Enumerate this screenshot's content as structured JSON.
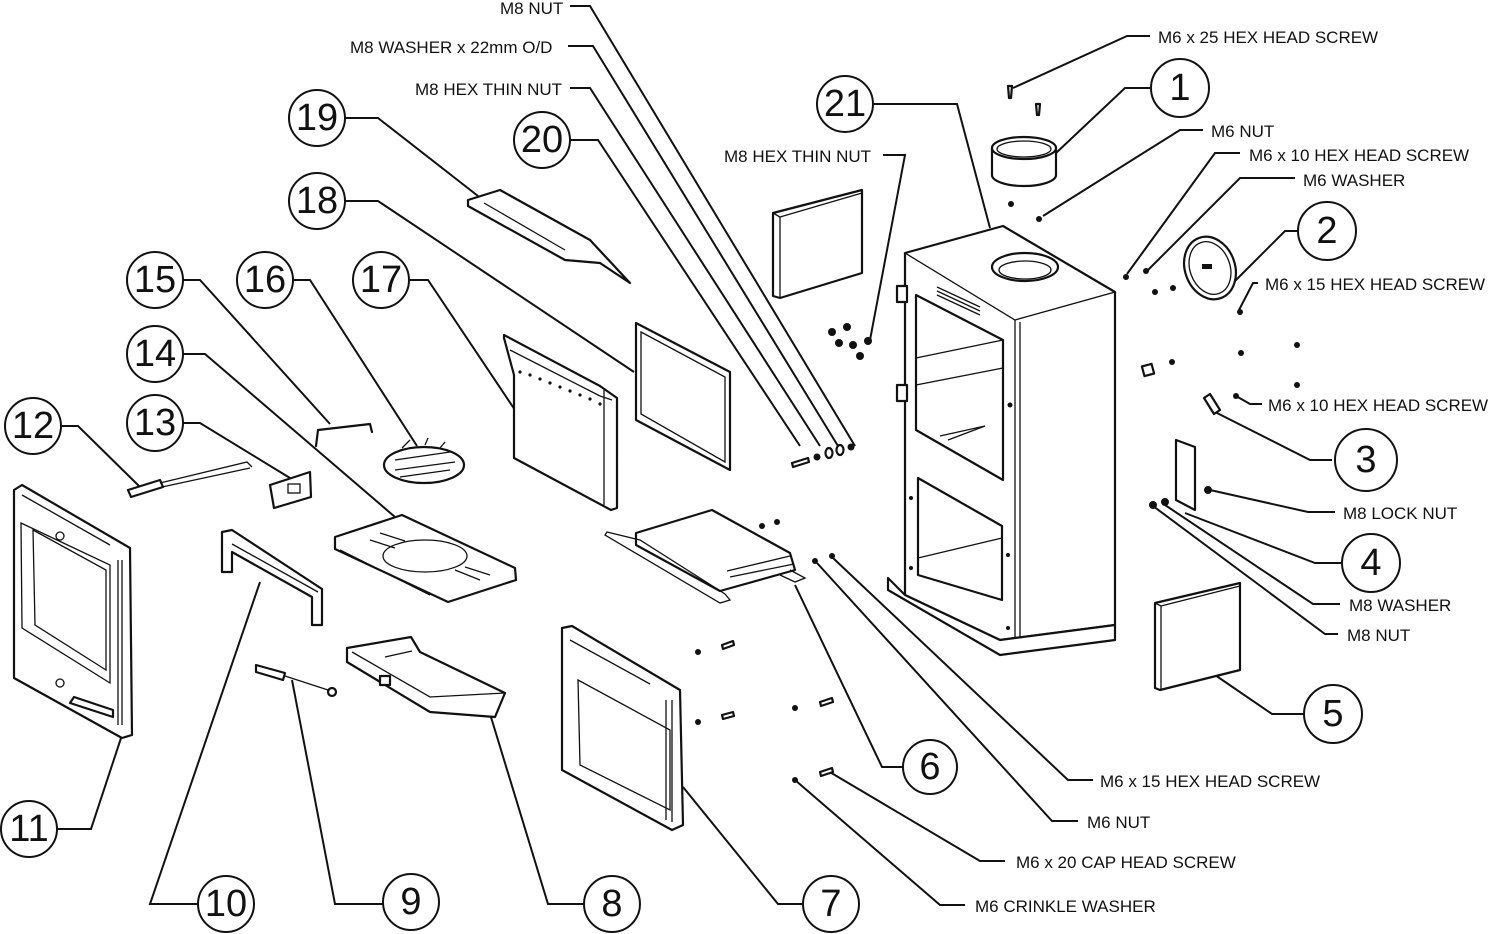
{
  "diagram": {
    "title": "Stove exploded parts diagram",
    "callouts": [
      {
        "id": "c1",
        "number": "1"
      },
      {
        "id": "c2",
        "number": "2"
      },
      {
        "id": "c3",
        "number": "3"
      },
      {
        "id": "c4",
        "number": "4"
      },
      {
        "id": "c5",
        "number": "5"
      },
      {
        "id": "c6",
        "number": "6"
      },
      {
        "id": "c7",
        "number": "7"
      },
      {
        "id": "c8",
        "number": "8"
      },
      {
        "id": "c9",
        "number": "9"
      },
      {
        "id": "c10",
        "number": "10"
      },
      {
        "id": "c11",
        "number": "11"
      },
      {
        "id": "c12",
        "number": "12"
      },
      {
        "id": "c13",
        "number": "13"
      },
      {
        "id": "c14",
        "number": "14"
      },
      {
        "id": "c15",
        "number": "15"
      },
      {
        "id": "c16",
        "number": "16"
      },
      {
        "id": "c17",
        "number": "17"
      },
      {
        "id": "c18",
        "number": "18"
      },
      {
        "id": "c19",
        "number": "19"
      },
      {
        "id": "c20",
        "number": "20"
      },
      {
        "id": "c21",
        "number": "21"
      }
    ],
    "fastener_labels": [
      {
        "id": "l1",
        "text": "M8 NUT"
      },
      {
        "id": "l2",
        "text": "M8 WASHER x 22mm O/D"
      },
      {
        "id": "l3",
        "text": "M8 HEX THIN NUT"
      },
      {
        "id": "l4",
        "text": "M8 HEX THIN NUT"
      },
      {
        "id": "l5",
        "text": "M6 x 25 HEX HEAD SCREW"
      },
      {
        "id": "l6",
        "text": "M6 NUT"
      },
      {
        "id": "l7",
        "text": "M6 x 10 HEX  HEAD SCREW"
      },
      {
        "id": "l8",
        "text": "M6 WASHER"
      },
      {
        "id": "l9",
        "text": "M6 x 15 HEX HEAD SCREW"
      },
      {
        "id": "l10",
        "text": "M6 x 10 HEX  HEAD SCREW"
      },
      {
        "id": "l11",
        "text": "M8 LOCK NUT"
      },
      {
        "id": "l12",
        "text": "M8 WASHER"
      },
      {
        "id": "l13",
        "text": "M8 NUT"
      },
      {
        "id": "l14",
        "text": "M6 x 15 HEX HEAD SCREW"
      },
      {
        "id": "l15",
        "text": "M6 NUT"
      },
      {
        "id": "l16",
        "text": "M6 x 20 CAP HEAD SCREW"
      },
      {
        "id": "l17",
        "text": "M6 CRINKLE WASHER"
      }
    ]
  }
}
